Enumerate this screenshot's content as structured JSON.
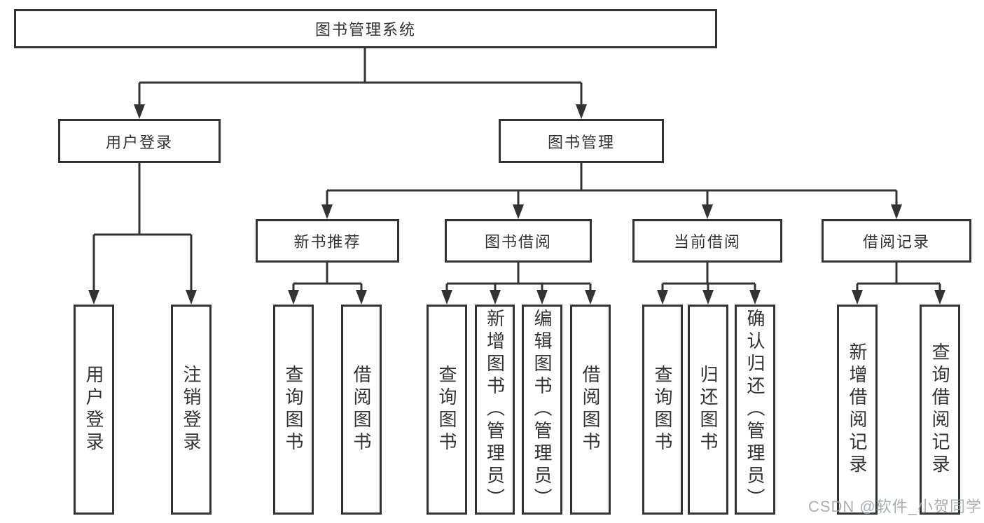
{
  "colors": {
    "box_border": "#333333",
    "box_fill": "#ffffff",
    "text": "#333333",
    "connector_line": "#333333",
    "watermark_text": "#9ba1a8",
    "background": "#ffffff"
  },
  "watermark": {
    "text": "CSDN @软件_小贺同学"
  },
  "tree": {
    "root": {
      "label": "图书管理系统"
    },
    "branches": [
      {
        "label": "用户登录",
        "children": [
          {
            "label": "用户登录"
          },
          {
            "label": "注销登录"
          }
        ]
      },
      {
        "label": "图书管理",
        "children": [
          {
            "label": "新书推荐",
            "children": [
              {
                "label": "查询图书"
              },
              {
                "label": "借阅图书"
              }
            ]
          },
          {
            "label": "图书借阅",
            "children": [
              {
                "label": "查询图书"
              },
              {
                "label": "新增图书（管理员）"
              },
              {
                "label": "编辑图书（管理员）"
              },
              {
                "label": "借阅图书"
              }
            ]
          },
          {
            "label": "当前借阅",
            "children": [
              {
                "label": "查询图书"
              },
              {
                "label": "归还图书"
              },
              {
                "label": "确认归还（管理员）"
              }
            ]
          },
          {
            "label": "借阅记录",
            "children": [
              {
                "label": "新增借阅记录"
              },
              {
                "label": "查询借阅记录"
              }
            ]
          }
        ]
      }
    ]
  }
}
